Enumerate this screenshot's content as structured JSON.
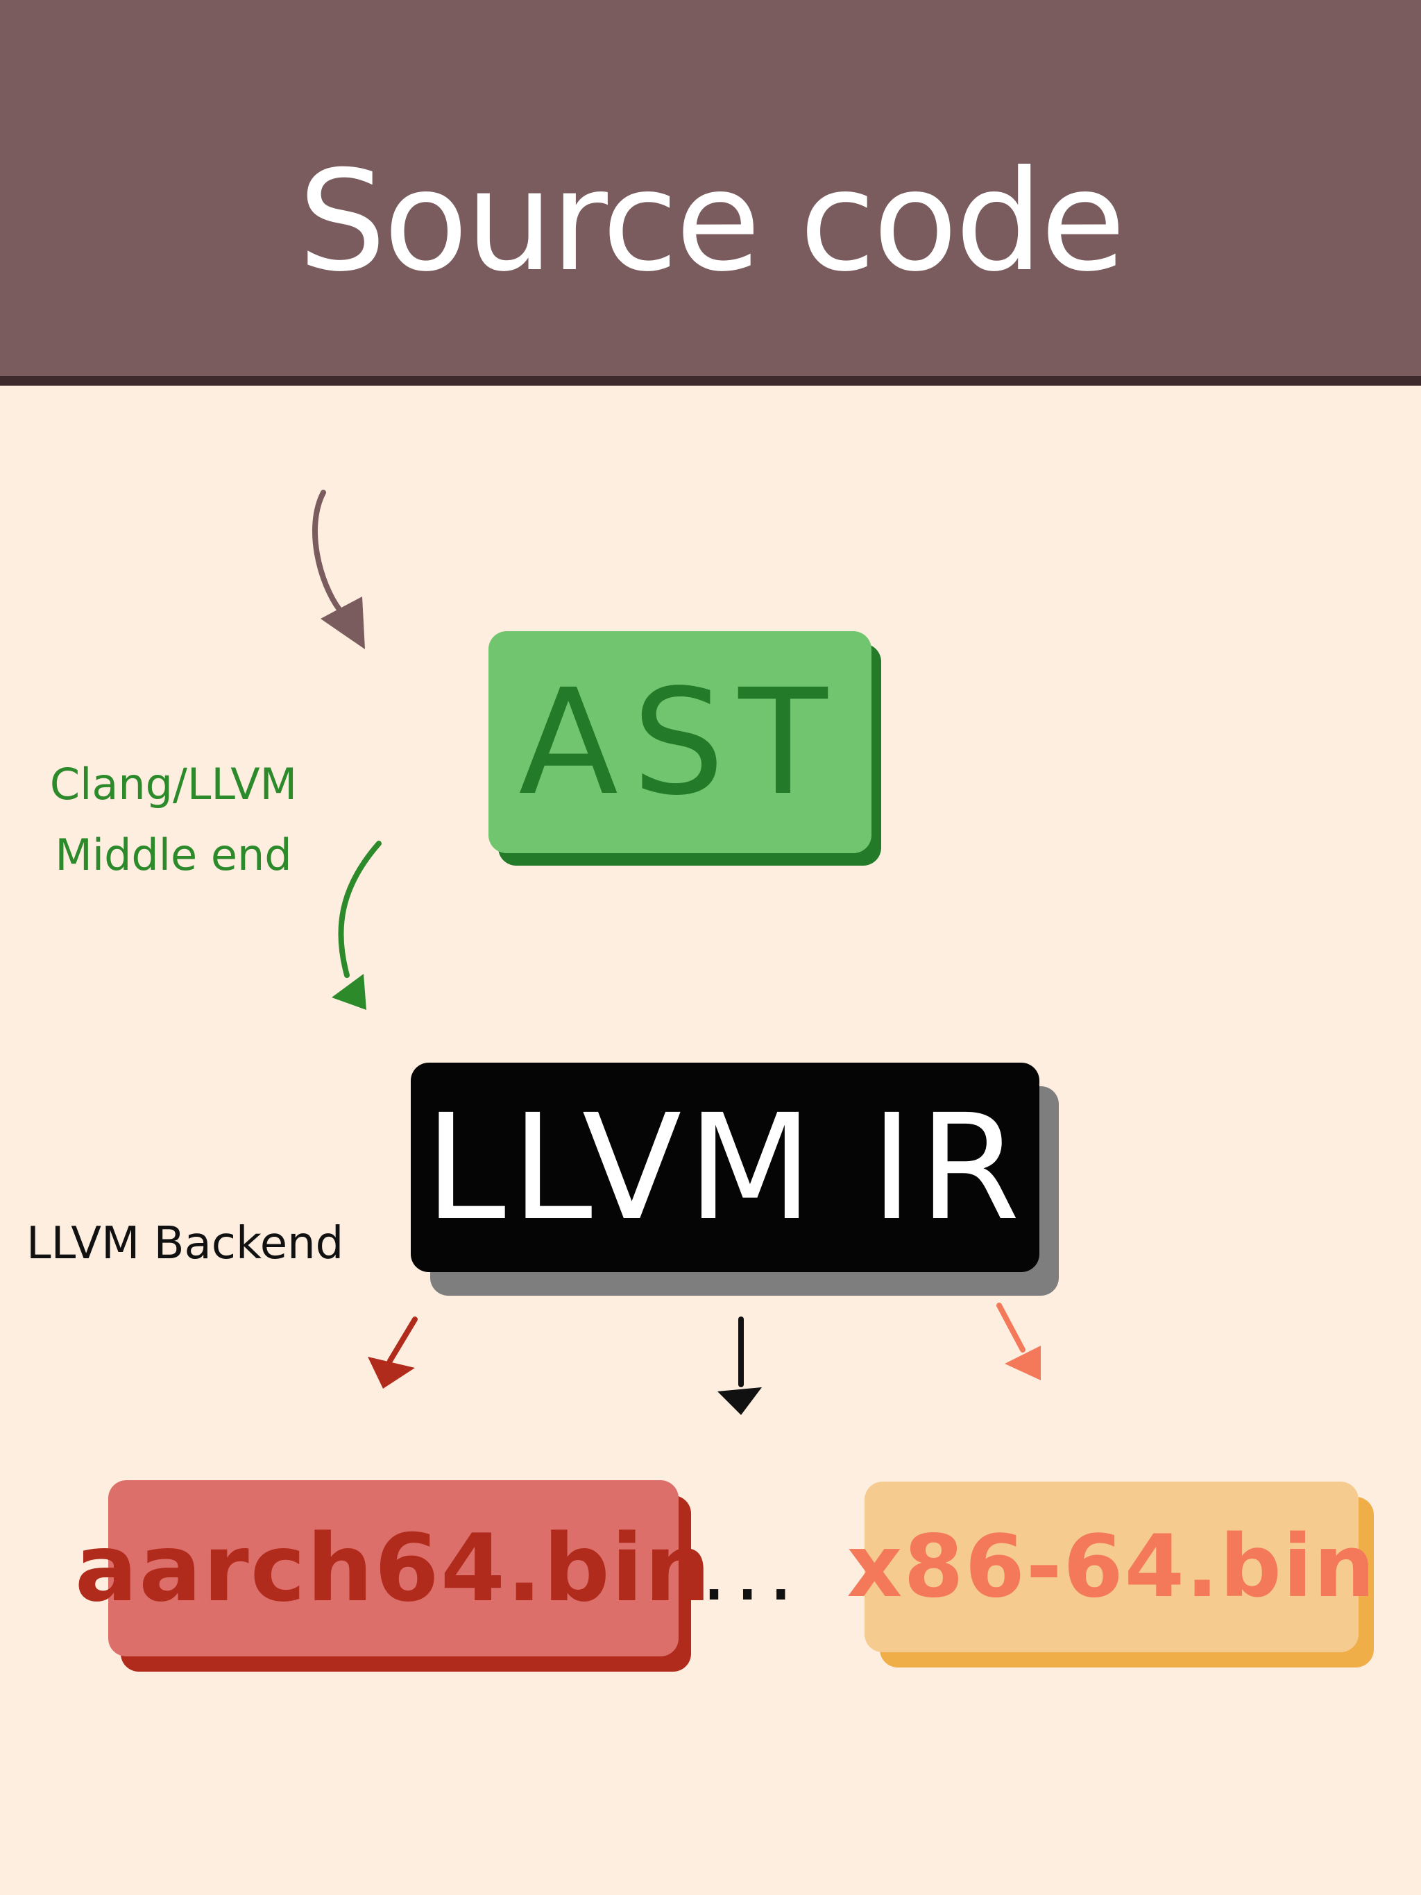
{
  "header": {
    "title": "Source code"
  },
  "nodes": {
    "ast": "AST",
    "llvm_ir": "LLVM IR",
    "aarch64": "aarch64.bin",
    "ellipsis": "...",
    "x86_64": "x86-64.bin"
  },
  "labels": {
    "middle_end_line1": "Clang/LLVM",
    "middle_end_line2": "Middle end",
    "backend": "LLVM Backend"
  },
  "colors": {
    "header_bg": "#7a5c5e",
    "page_bg": "#fdeee0",
    "ast": "#71c56f",
    "ast_text": "#237a28",
    "ir": "#050505",
    "aarch64": "#dd6f6b",
    "aarch64_text": "#b12b1c",
    "x86_64": "#f6cb90",
    "x86_64_text": "#f4785a"
  }
}
